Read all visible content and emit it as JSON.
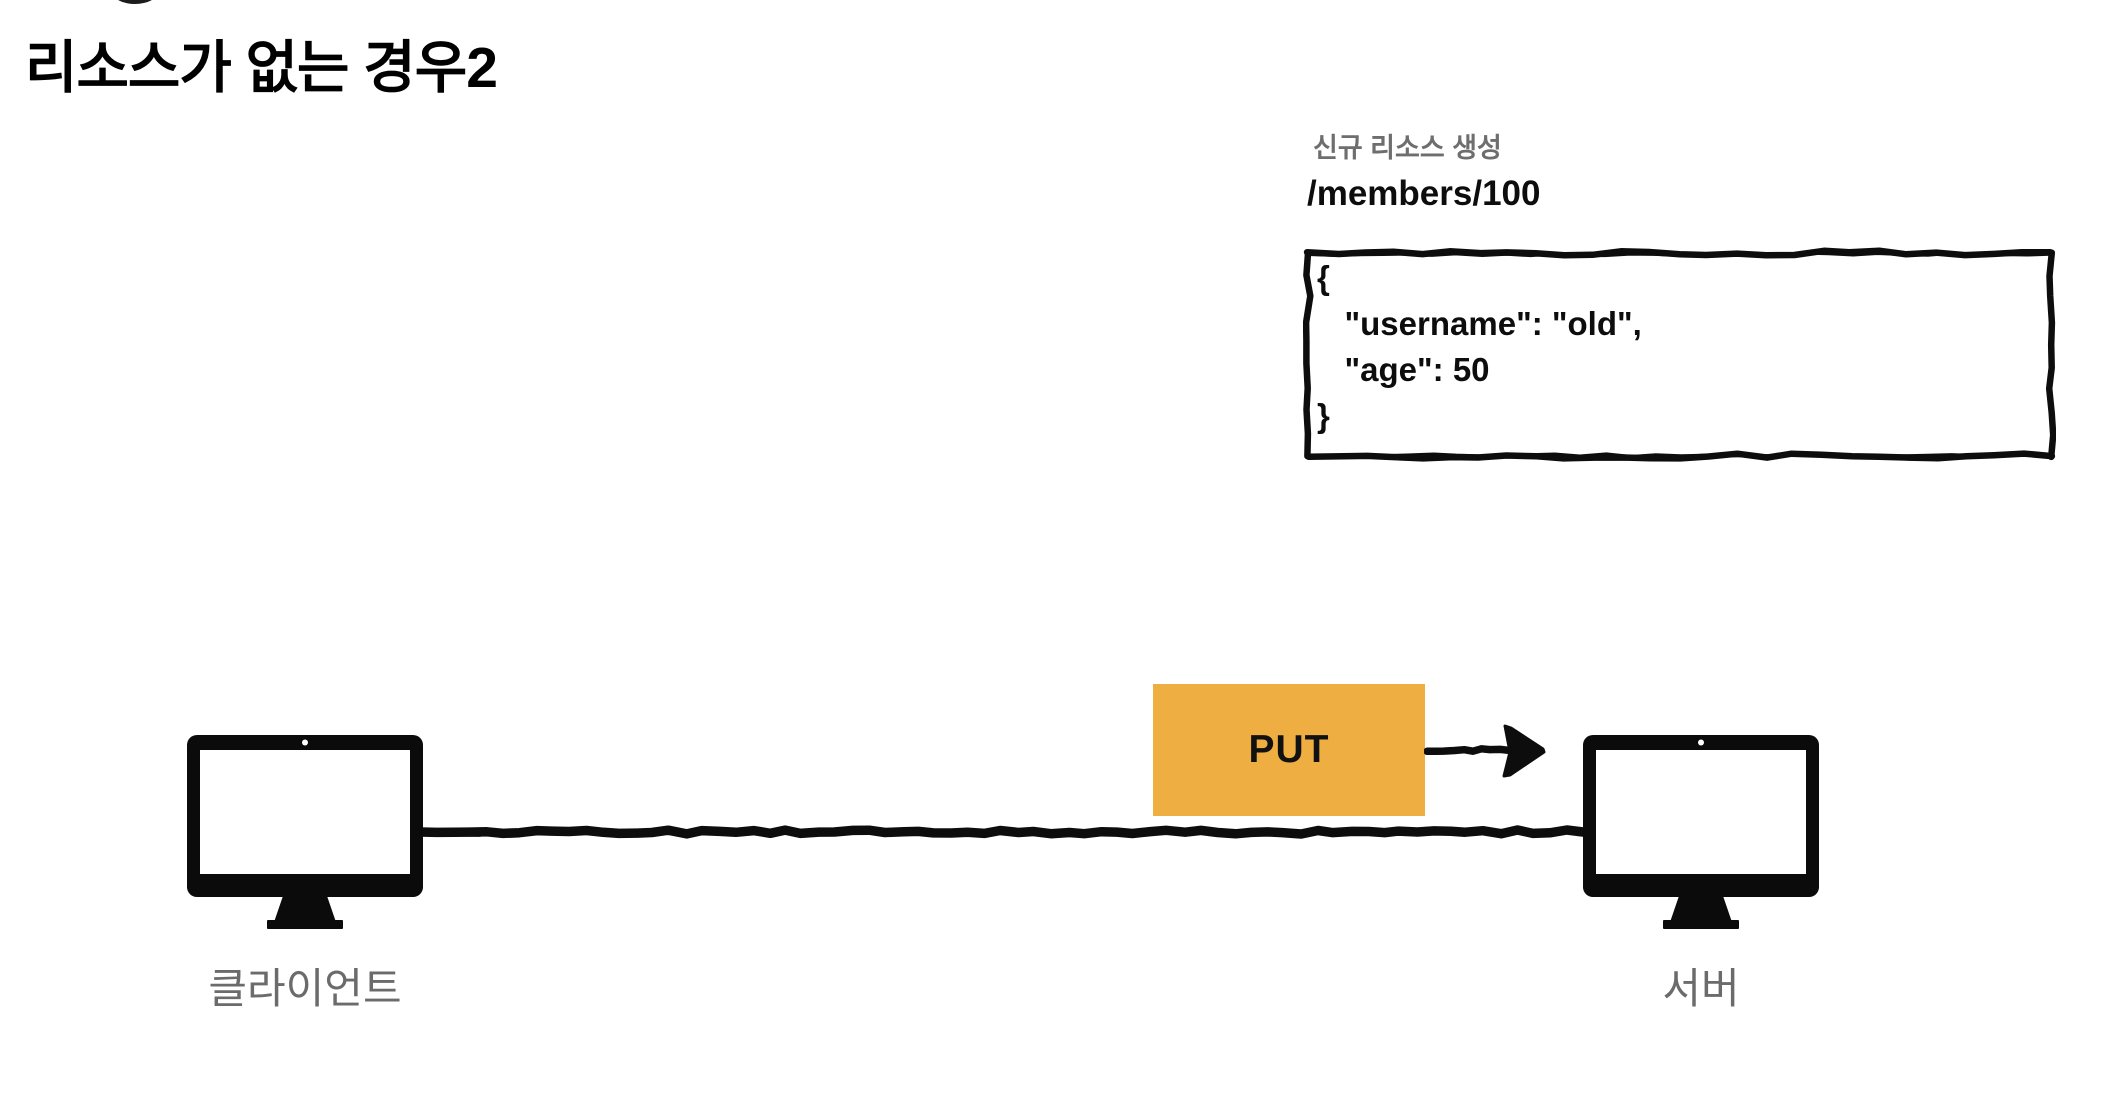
{
  "slide": {
    "title": "리소스가 없는 경우2"
  },
  "annotation": {
    "caption": "신규 리소스 생성",
    "resource_path": "/members/100",
    "json_body": "{\n   \"username\": \"old\",\n   \"age\": 50\n}"
  },
  "flow": {
    "method": "PUT",
    "client_label": "클라이언트",
    "server_label": "서버"
  },
  "colors": {
    "method_box_bg": "#EFAE41",
    "ink": "#0D0D0D",
    "caption_gray": "#6E6E6E",
    "node_label_gray": "#6B6B6B"
  }
}
